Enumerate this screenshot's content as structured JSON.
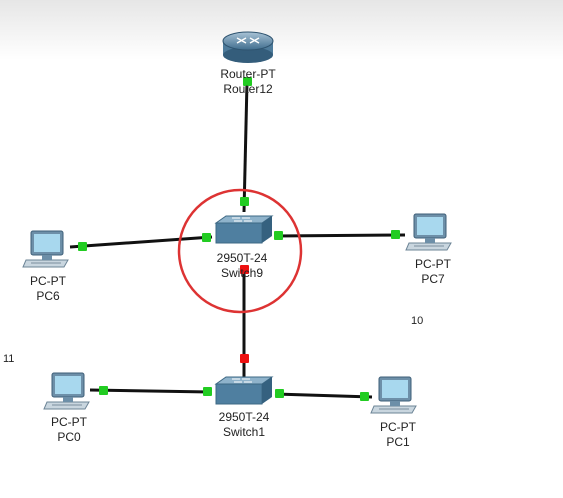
{
  "devices": {
    "router12": {
      "model": "Router-PT",
      "name": "Router12",
      "icon": "router-icon"
    },
    "switch9": {
      "model": "2950T-24",
      "name": "Switch9",
      "icon": "switch-icon"
    },
    "switch1": {
      "model": "2950T-24",
      "name": "Switch1",
      "icon": "switch-icon"
    },
    "pc6": {
      "model": "PC-PT",
      "name": "PC6",
      "icon": "pc-icon"
    },
    "pc7": {
      "model": "PC-PT",
      "name": "PC7",
      "icon": "pc-icon"
    },
    "pc0": {
      "model": "PC-PT",
      "name": "PC0",
      "icon": "pc-icon"
    },
    "pc1": {
      "model": "PC-PT",
      "name": "PC1",
      "icon": "pc-icon"
    }
  },
  "annotations": {
    "net_right": "10",
    "net_left": "11"
  },
  "colors": {
    "link": "#111111",
    "port_up": "#22cc22",
    "port_down": "#ee1111",
    "highlight_ring": "#dd3333"
  }
}
